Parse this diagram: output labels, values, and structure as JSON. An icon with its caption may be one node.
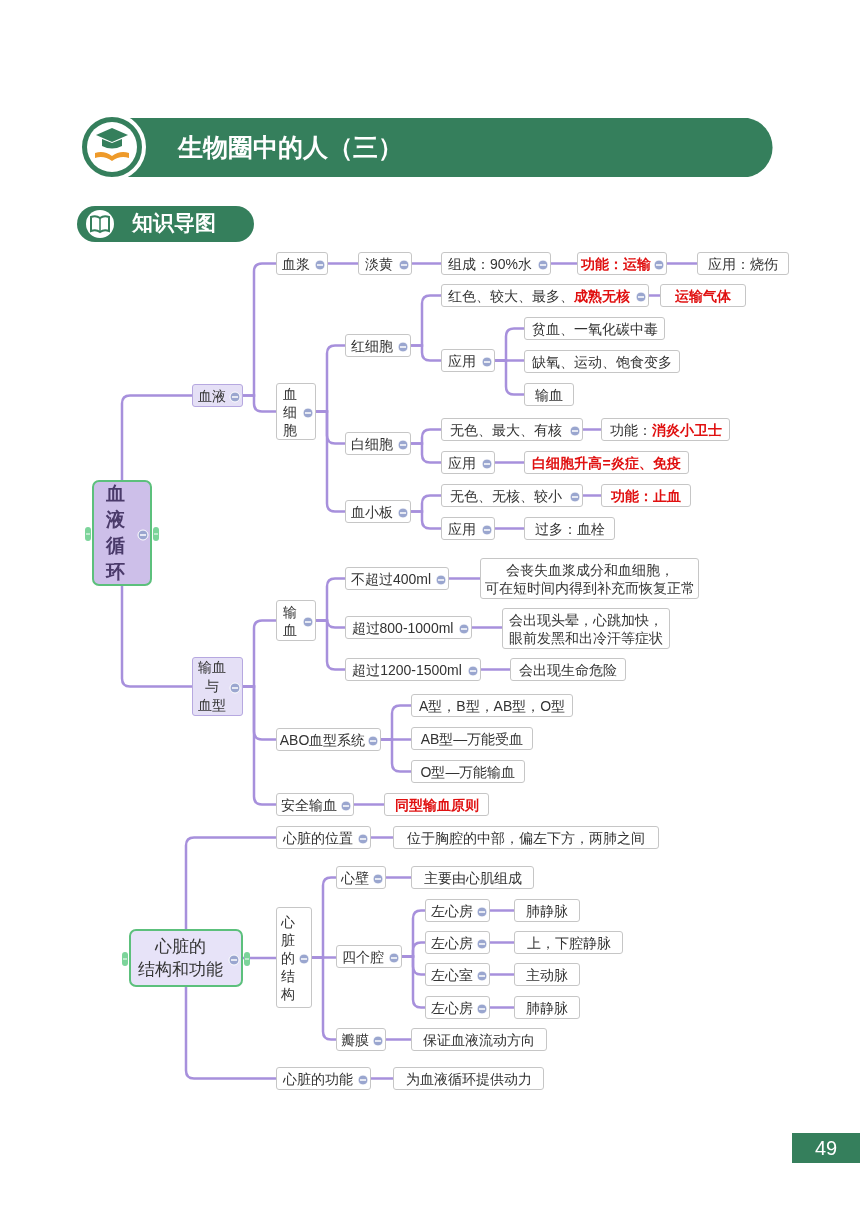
{
  "diagram": {
    "title": "生物圈中的人（三）",
    "nodes": [
      {
        "text": [
          "血液循环"
        ]
      },
      {
        "text": [
          "血液"
        ]
      },
      {
        "text": [
          "血浆"
        ]
      },
      {
        "text": [
          "淡黄"
        ]
      },
      {
        "text": [
          "组成：90%水"
        ]
      },
      {
        "text": [
          "功能：运输"
        ]
      },
      {
        "text": [
          "应用：烧伤"
        ]
      },
      {
        "text": [
          "血细胞"
        ]
      },
      {
        "text": [
          "红细胞"
        ]
      },
      {
        "text": [
          "红色、较大、最多、**成熟无核**"
        ]
      },
      {
        "text": [
          "运输气体"
        ]
      },
      {
        "text": [
          "应用"
        ]
      },
      {
        "text": [
          "贫血、一氧化碳中毒"
        ]
      },
      {
        "text": [
          "缺氧、运动、饱食变多"
        ]
      },
      {
        "text": [
          "输血"
        ]
      },
      {
        "text": [
          "白细胞"
        ]
      },
      {
        "text": [
          "无色、最大、有核"
        ]
      },
      {
        "text": [
          "功能：**消炎小卫士**"
        ]
      },
      {
        "text": [
          "应用"
        ]
      },
      {
        "text": [
          "白细胞升高=炎症、免疫"
        ]
      },
      {
        "text": [
          "血小板"
        ]
      },
      {
        "text": [
          "无色、无核、较小"
        ]
      },
      {
        "text": [
          "功能：止血"
        ]
      },
      {
        "text": [
          "应用"
        ]
      },
      {
        "text": [
          "过多：血栓"
        ]
      },
      {
        "text": [
          "输血与血型"
        ]
      },
      {
        "text": [
          "输血"
        ]
      },
      {
        "text": [
          "不超过400ml"
        ]
      },
      {
        "text": [
          "会丧失血浆成分和血细胞，可在短时间内得到补充而恢复正常"
        ]
      },
      {
        "text": [
          "超过800-1000ml"
        ]
      },
      {
        "text": [
          "会出现头晕，心跳加快，眼前发黑和出冷汗等症状"
        ]
      },
      {
        "text": [
          "超过1200-1500ml"
        ]
      },
      {
        "text": [
          "会出现生命危险"
        ]
      },
      {
        "text": [
          "ABO血型系统"
        ]
      },
      {
        "text": [
          "A型，B型，AB型，O型"
        ]
      },
      {
        "text": [
          "AB型—万能受血"
        ]
      },
      {
        "text": [
          "O型—万能输血"
        ]
      },
      {
        "text": [
          "安全输血"
        ]
      },
      {
        "text": [
          "同型输血原则"
        ]
      },
      {
        "text": [
          "心脏的结构和功能"
        ]
      },
      {
        "text": [
          "心脏的位置"
        ]
      },
      {
        "text": [
          "位于胸腔的中部，偏左下方，两肺之间"
        ]
      },
      {
        "text": [
          "心脏的结构"
        ]
      },
      {
        "text": [
          "心壁"
        ]
      },
      {
        "text": [
          "主要由心肌组成"
        ]
      },
      {
        "text": [
          "四个腔"
        ]
      },
      {
        "text": [
          "左心房"
        ]
      },
      {
        "text": [
          "肺静脉"
        ]
      },
      {
        "text": [
          "左心房"
        ]
      },
      {
        "text": [
          "上，下腔静脉"
        ]
      },
      {
        "text": [
          "左心室"
        ]
      },
      {
        "text": [
          "主动脉"
        ]
      },
      {
        "text": [
          "左心房"
        ]
      },
      {
        "text": [
          "肺静脉"
        ]
      },
      {
        "text": [
          "瓣膜"
        ]
      },
      {
        "text": [
          "保证血液流动方向"
        ]
      },
      {
        "text": [
          "心脏的功能"
        ]
      },
      {
        "text": [
          "为血液循环提供动力"
        ]
      }
    ],
    "edges": [
      {
        "from": 0,
        "to": 1,
        "arrow": "none"
      },
      {
        "from": 1,
        "to": 2,
        "arrow": "none"
      },
      {
        "from": 2,
        "to": 3,
        "arrow": "none"
      },
      {
        "from": 3,
        "to": 4,
        "arrow": "none"
      },
      {
        "from": 4,
        "to": 5,
        "arrow": "none"
      },
      {
        "from": 5,
        "to": 6,
        "arrow": "none"
      },
      {
        "from": 1,
        "to": 7,
        "arrow": "none"
      },
      {
        "from": 7,
        "to": 8,
        "arrow": "none"
      },
      {
        "from": 8,
        "to": 9,
        "arrow": "none"
      },
      {
        "from": 9,
        "to": 10,
        "arrow": "none"
      },
      {
        "from": 8,
        "to": 11,
        "arrow": "none"
      },
      {
        "from": 11,
        "to": 12,
        "arrow": "none"
      },
      {
        "from": 11,
        "to": 13,
        "arrow": "none"
      },
      {
        "from": 11,
        "to": 14,
        "arrow": "none"
      },
      {
        "from": 7,
        "to": 15,
        "arrow": "none"
      },
      {
        "from": 15,
        "to": 16,
        "arrow": "none"
      },
      {
        "from": 16,
        "to": 17,
        "arrow": "none"
      },
      {
        "from": 15,
        "to": 18,
        "arrow": "none"
      },
      {
        "from": 18,
        "to": 19,
        "arrow": "none"
      },
      {
        "from": 7,
        "to": 20,
        "arrow": "none"
      },
      {
        "from": 20,
        "to": 21,
        "arrow": "none"
      },
      {
        "from": 21,
        "to": 22,
        "arrow": "none"
      },
      {
        "from": 20,
        "to": 23,
        "arrow": "none"
      },
      {
        "from": 23,
        "to": 24,
        "arrow": "none"
      },
      {
        "from": 0,
        "to": 25,
        "arrow": "none"
      },
      {
        "from": 25,
        "to": 26,
        "arrow": "none"
      },
      {
        "from": 26,
        "to": 27,
        "arrow": "none"
      },
      {
        "from": 27,
        "to": 28,
        "arrow": "none"
      },
      {
        "from": 26,
        "to": 29,
        "arrow": "none"
      },
      {
        "from": 29,
        "to": 30,
        "arrow": "none"
      },
      {
        "from": 26,
        "to": 31,
        "arrow": "none"
      },
      {
        "from": 31,
        "to": 32,
        "arrow": "none"
      },
      {
        "from": 25,
        "to": 33,
        "arrow": "none"
      },
      {
        "from": 33,
        "to": 34,
        "arrow": "none"
      },
      {
        "from": 33,
        "to": 35,
        "arrow": "none"
      },
      {
        "from": 33,
        "to": 36,
        "arrow": "none"
      },
      {
        "from": 25,
        "to": 37,
        "arrow": "none"
      },
      {
        "from": 37,
        "to": 38,
        "arrow": "none"
      },
      {
        "from": 39,
        "to": 40,
        "arrow": "none"
      },
      {
        "from": 40,
        "to": 41,
        "arrow": "none"
      },
      {
        "from": 39,
        "to": 42,
        "arrow": "none"
      },
      {
        "from": 42,
        "to": 43,
        "arrow": "none"
      },
      {
        "from": 43,
        "to": 44,
        "arrow": "none"
      },
      {
        "from": 42,
        "to": 45,
        "arrow": "none"
      },
      {
        "from": 45,
        "to": 46,
        "arrow": "none"
      },
      {
        "from": 46,
        "to": 47,
        "arrow": "none"
      },
      {
        "from": 45,
        "to": 48,
        "arrow": "none"
      },
      {
        "from": 48,
        "to": 49,
        "arrow": "none"
      },
      {
        "from": 45,
        "to": 50,
        "arrow": "none"
      },
      {
        "from": 50,
        "to": 51,
        "arrow": "none"
      },
      {
        "from": 45,
        "to": 52,
        "arrow": "none"
      },
      {
        "from": 52,
        "to": 53,
        "arrow": "none"
      },
      {
        "from": 42,
        "to": 54,
        "arrow": "none"
      },
      {
        "from": 54,
        "to": 55,
        "arrow": "none"
      },
      {
        "from": 39,
        "to": 56,
        "arrow": "none"
      },
      {
        "from": 56,
        "to": 57,
        "arrow": "none"
      }
    ],
    "labels": [
      "知识导图",
      "49"
    ]
  }
}
